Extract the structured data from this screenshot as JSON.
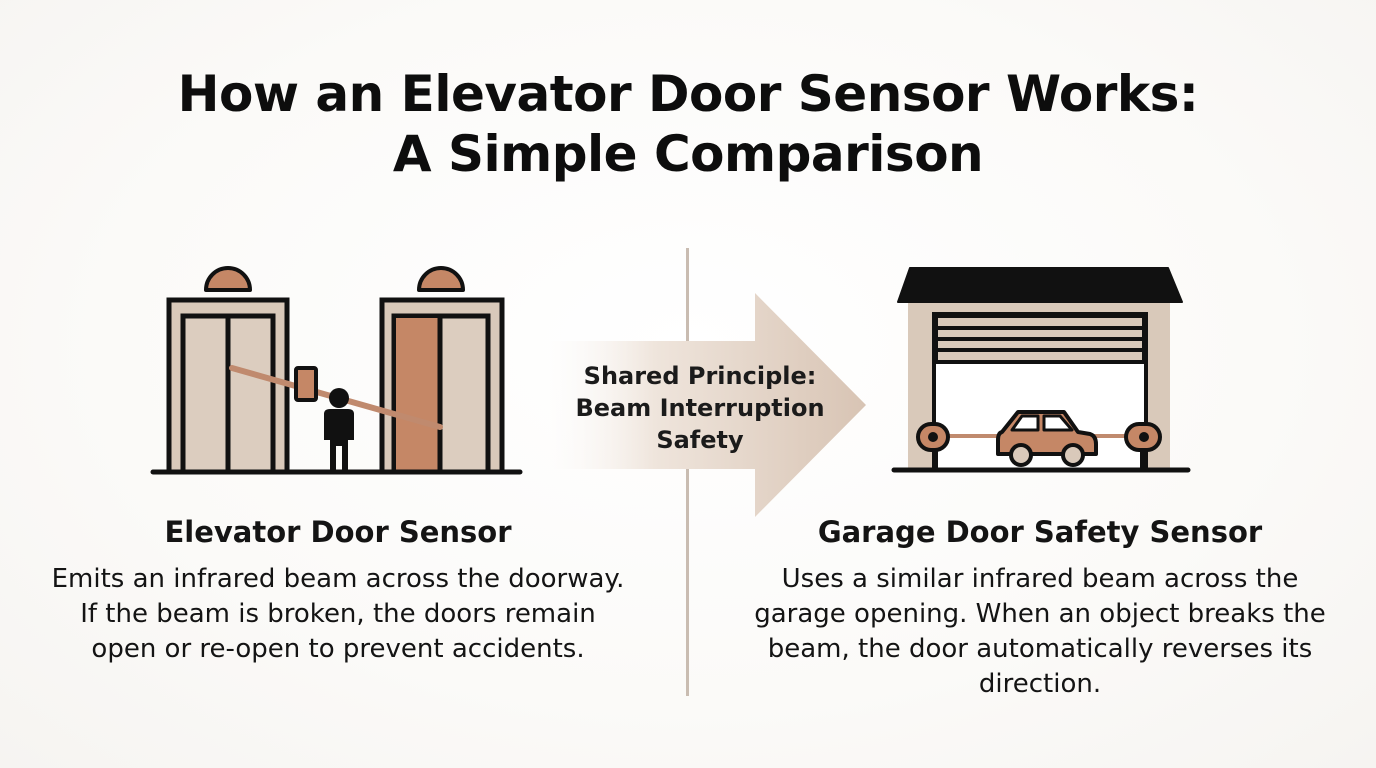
{
  "title": {
    "line1": "How an Elevator Door Sensor Works:",
    "line2": "A Simple Comparison"
  },
  "center": {
    "line1": "Shared Principle:",
    "line2": "Beam Interruption",
    "line3": "Safety"
  },
  "left": {
    "heading": "Elevator Door Sensor",
    "body": "Emits an infrared beam across the doorway. If the beam is broken, the doors remain open or re-open to prevent accidents."
  },
  "right": {
    "heading": "Garage Door Safety Sensor",
    "body": "Uses a similar infrared beam across the garage opening. When an object breaks the beam, the door automatically reverses its direction."
  },
  "colors": {
    "accent": "#c08a6e",
    "door_fill": "#d9c9ba",
    "door_open": "#c58766",
    "roof": "#111111",
    "divider": "#c9bcb1"
  }
}
